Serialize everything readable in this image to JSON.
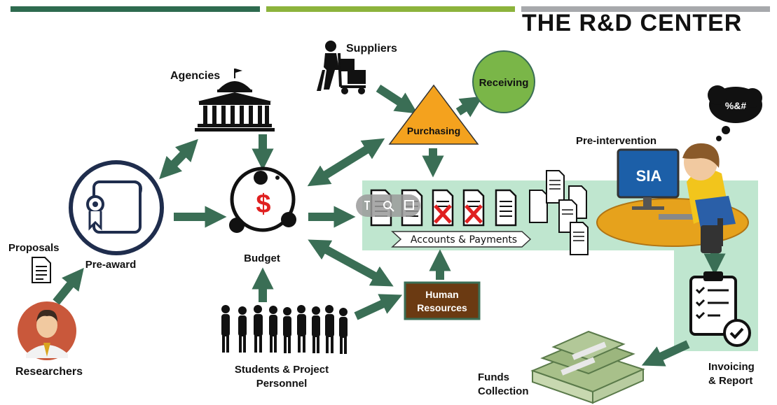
{
  "header": {
    "title": "THE R&D CENTER",
    "bar_colors": [
      "#2e6b4f",
      "#8cb33c",
      "#a7a9ac"
    ]
  },
  "colors": {
    "arrow": "#3a6e55",
    "panel": "#bfe6cf",
    "purchasing": "#f4a21e",
    "receiving": "#7ab648",
    "human_resources": "#6b3a12",
    "preaward_ring": "#1f2d4d",
    "dollar": "#e02020",
    "reject_x": "#e02020"
  },
  "nodes": {
    "agencies": "Agencies",
    "suppliers": "Suppliers",
    "receiving": "Receiving",
    "purchasing": "Purchasing",
    "pre_intervention": "Pre-intervention",
    "sia_screen": "SIA",
    "thought": "%&#",
    "proposals": "Proposals",
    "pre_award": "Pre-award",
    "budget": "Budget",
    "budget_symbol": "$",
    "accounts_payments": "Accounts & Payments",
    "human_resources_line1": "Human",
    "human_resources_line2": "Resources",
    "researchers": "Researchers",
    "students_line1": "Students & Project",
    "students_line2": "Personnel",
    "funds_line1": "Funds",
    "funds_line2": "Collection",
    "invoicing_line1": "Invoicing",
    "invoicing_line2": "& Report"
  },
  "icons": [
    "capitol-building-icon",
    "hand-truck-icon",
    "certificate-icon",
    "document-icon",
    "researcher-avatar-icon",
    "queue-people-icon",
    "cycle-icon",
    "clipboard-checklist-icon",
    "money-stack-icon",
    "computer-user-icon"
  ]
}
